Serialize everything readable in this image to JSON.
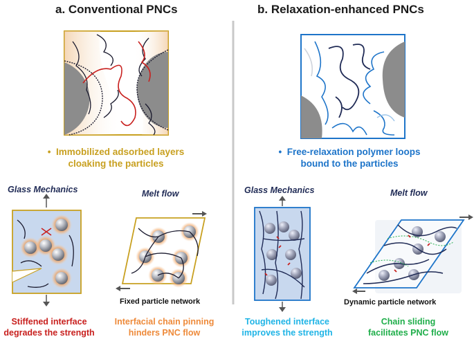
{
  "panel_a": {
    "title": "a. Conventional PNCs",
    "bullet_line1": "Immobilized adsorbed layers",
    "bullet_line2": "cloaking the particles",
    "glass_label": "Glass Mechanics",
    "melt_label": "Melt flow",
    "network_label": "Fixed particle network",
    "glass_caption_line1": "Stiffened interface",
    "glass_caption_line2": "degrades the strength",
    "melt_caption_line1": "Interfacial chain pinning",
    "melt_caption_line2": "hinders PNC flow"
  },
  "panel_b": {
    "title": "b. Relaxation-enhanced PNCs",
    "bullet_line1": "Free-relaxation polymer loops",
    "bullet_line2": "bound to the particles",
    "glass_label": "Glass Mechanics",
    "melt_label": "Melt flow",
    "network_label": "Dynamic particle network",
    "glass_caption_line1": "Toughened interface",
    "glass_caption_line2": "improves the strength",
    "melt_caption_line1": "Chain sliding",
    "melt_caption_line2": "facilitates PNC flow"
  },
  "colors": {
    "gold": "#c8a020",
    "blue": "#1d74c9",
    "red": "#c8201e",
    "orange": "#ee8a3a",
    "cyan": "#1fb4e6",
    "green": "#1fae4a",
    "navy": "#1f2a55"
  }
}
